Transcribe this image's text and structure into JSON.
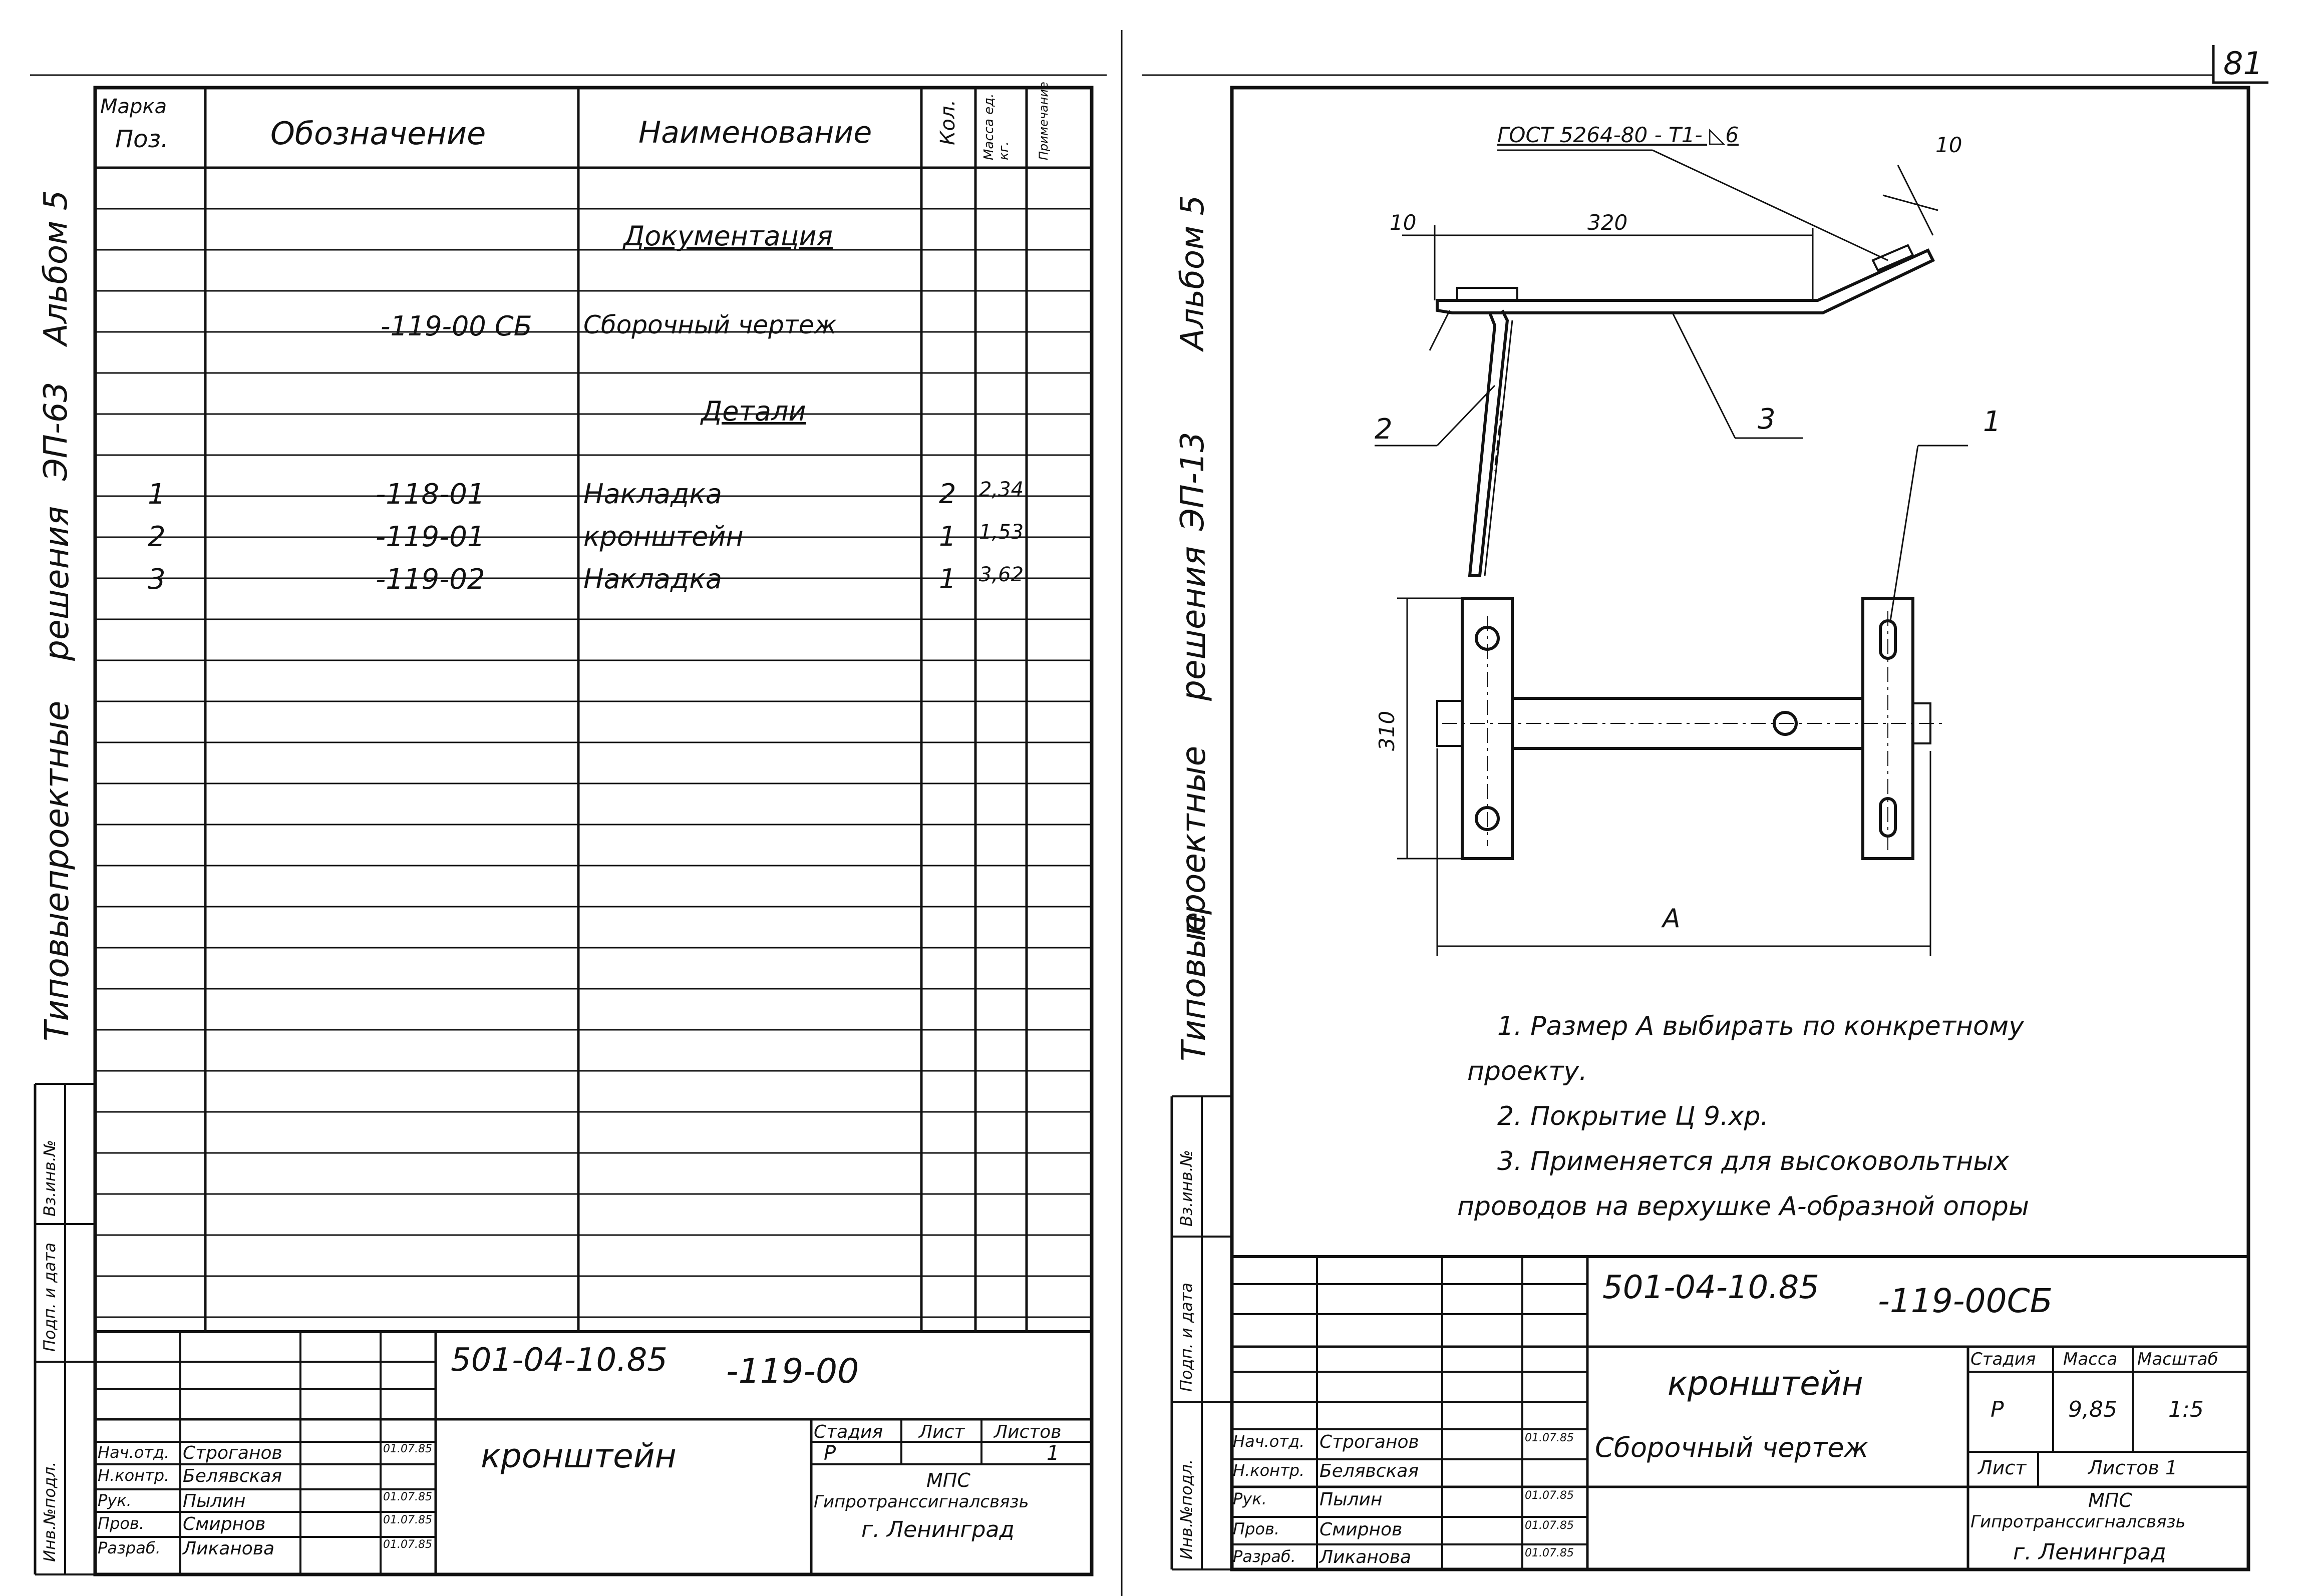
{
  "page_number": "81",
  "side_label": {
    "album": "Альбом 5",
    "series": "ЭП-13",
    "series_left": "ЭП-63",
    "solutions": "решения",
    "projects": "проектные",
    "typical": "Типовые"
  },
  "side_fields": {
    "inv_orig": "Инв.№подл.",
    "sign_date": "Подп. и дата",
    "inv_dup": "Вз.инв.№"
  },
  "spec": {
    "headers": {
      "mark": "Марка",
      "pos": "Поз.",
      "designation": "Обозначение",
      "name": "Наименование",
      "qty": "Кол.",
      "mass": "Масса ед. кг.",
      "note": "Примечание"
    },
    "section_docs": "Документация",
    "doc_row": {
      "designation": "-119-00 СБ",
      "name": "Сборочный чертеж"
    },
    "section_parts": "Детали",
    "rows": [
      {
        "pos": "1",
        "designation": "-118-01",
        "name": "Накладка",
        "qty": "2",
        "mass": "2,34"
      },
      {
        "pos": "2",
        "designation": "-119-01",
        "name": "кронштейн",
        "qty": "1",
        "mass": "1,53"
      },
      {
        "pos": "3",
        "designation": "-119-02",
        "name": "Накладка",
        "qty": "1",
        "mass": "3,62"
      }
    ]
  },
  "title_left": {
    "code": "501-04-10.85",
    "suffix": "-119-00",
    "title": "кронштейн",
    "stage_label": "Стадия",
    "sheet_label": "Лист",
    "sheets_label": "Листов",
    "stage": "Р",
    "sheets": "1",
    "org1": "МПС",
    "org2": "Гипротранссигналсвязь",
    "org3": "г. Ленинград",
    "people": [
      {
        "role": "Нач.отд.",
        "name": "Строганов",
        "date": "01.07.85"
      },
      {
        "role": "Н.контр.",
        "name": "Белявская",
        "date": ""
      },
      {
        "role": "Рук.",
        "name": "Пылин",
        "date": "01.07.85"
      },
      {
        "role": "Пров.",
        "name": "Смирнов",
        "date": "01.07.85"
      },
      {
        "role": "Разраб.",
        "name": "Ликанова",
        "date": "01.07.85"
      }
    ]
  },
  "drawing": {
    "gost": "ГОСТ 5264-80 - Т1- ◺6",
    "dims": {
      "d10a": "10",
      "d320": "320",
      "d10b": "10",
      "d310": "310",
      "dA": "A"
    },
    "callouts": [
      "1",
      "2",
      "3"
    ],
    "notes": [
      "1. Размер А выбирать по конкретному",
      "проекту.",
      "2. Покрытие Ц 9.хр.",
      "3. Применяется для высоковольтных",
      "проводов на верхушке А-образной опоры"
    ]
  },
  "title_right": {
    "code": "501-04-10.85",
    "suffix": "-119-00СБ",
    "title": "кронштейн",
    "subtitle": "Сборочный чертеж",
    "stage_label": "Стадия",
    "mass_label": "Масса",
    "scale_label": "Масштаб",
    "stage": "Р",
    "mass": "9,85",
    "scale": "1:5",
    "sheet_label": "Лист",
    "sheets_label": "Листов 1",
    "org1": "МПС",
    "org2": "Гипротранссигналсвязь",
    "org3": "г. Ленинград",
    "people": [
      {
        "role": "Нач.отд.",
        "name": "Строганов",
        "date": "01.07.85"
      },
      {
        "role": "Н.контр.",
        "name": "Белявская",
        "date": ""
      },
      {
        "role": "Рук.",
        "name": "Пылин",
        "date": "01.07.85"
      },
      {
        "role": "Пров.",
        "name": "Смирнов",
        "date": "01.07.85"
      },
      {
        "role": "Разраб.",
        "name": "Ликанова",
        "date": "01.07.85"
      }
    ]
  }
}
